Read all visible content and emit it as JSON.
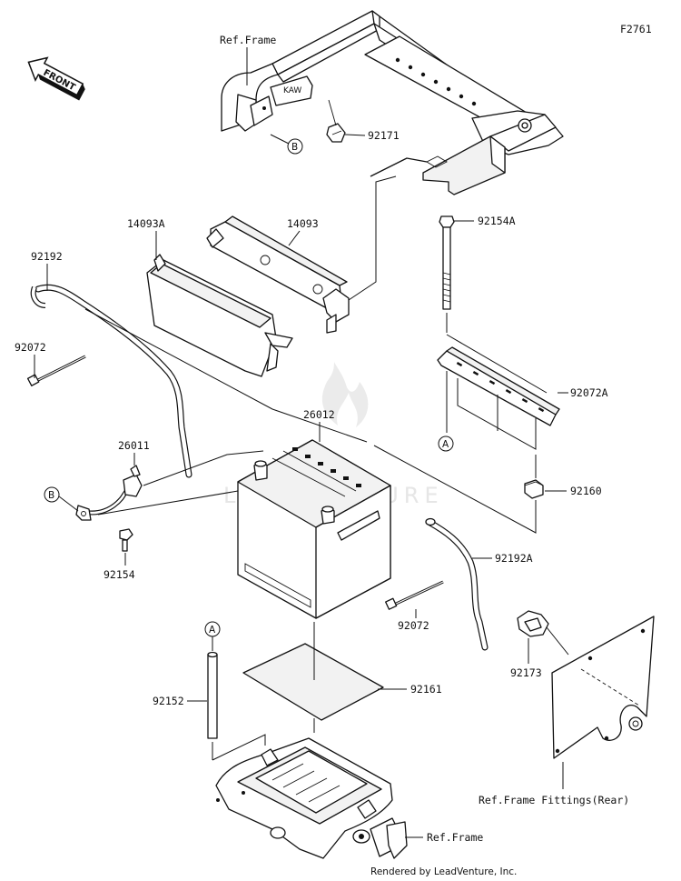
{
  "figure_code": "F2761",
  "front_label": "FRONT",
  "watermark": "LEADVENTURE",
  "credit": "Rendered by LeadVenture, Inc.",
  "callouts": {
    "A": "A",
    "B": "B"
  },
  "parts": {
    "ref_frame_top": "Ref.Frame",
    "p92171": "92171",
    "p14093A": "14093A",
    "p14093": "14093",
    "p92192": "92192",
    "p92072_left": "92072",
    "p92154A": "92154A",
    "p92072A": "92072A",
    "p26012": "26012",
    "p26011": "26011",
    "p92160": "92160",
    "p92154": "92154",
    "p92192A": "92192A",
    "p92072_mid": "92072",
    "p92173": "92173",
    "p92152": "92152",
    "p92161": "92161",
    "ref_frame_fittings": "Ref.Frame Fittings(Rear)",
    "ref_frame_bottom": "Ref.Frame"
  }
}
